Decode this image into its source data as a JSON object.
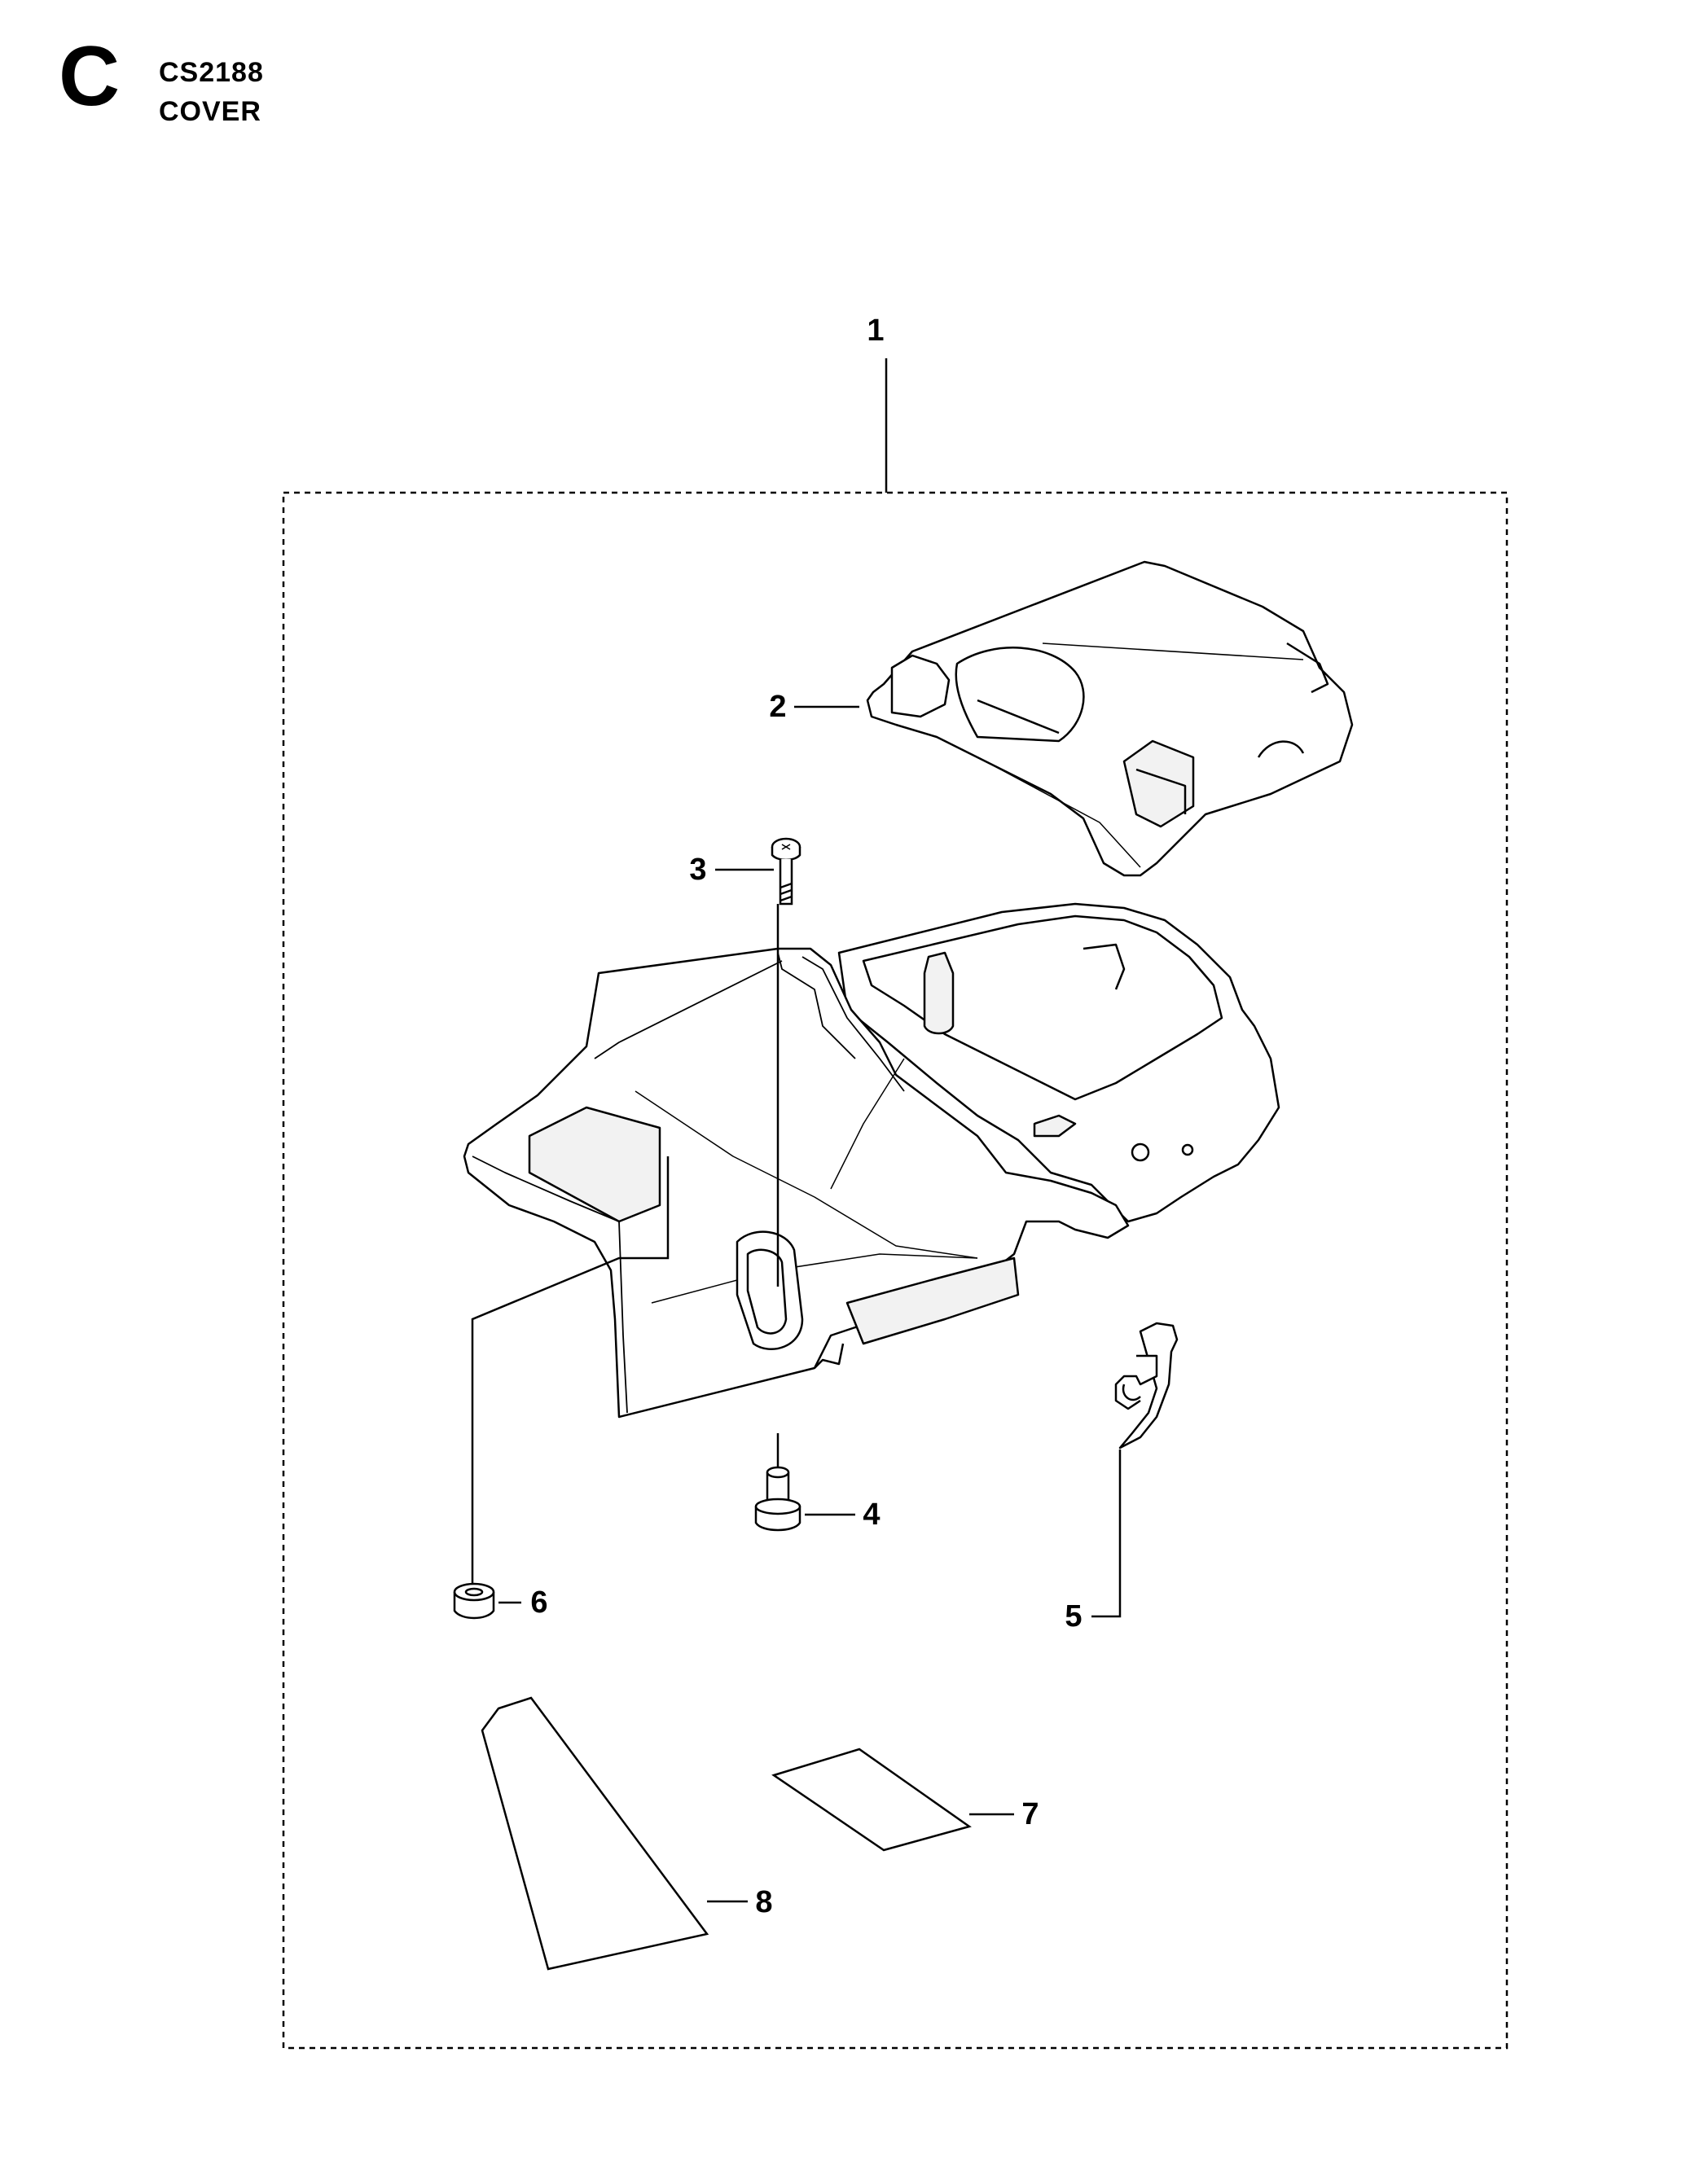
{
  "header": {
    "section_letter": "C",
    "model_code": "CS2188",
    "title": "COVER"
  },
  "callouts": {
    "c1": "1",
    "c2": "2",
    "c3": "3",
    "c4": "4",
    "c5": "5",
    "c6": "6",
    "c7": "7",
    "c8": "8"
  },
  "parts": [
    {
      "number": "1",
      "icon": "cover-assembly-kit-icon"
    },
    {
      "number": "2",
      "icon": "top-cover-icon"
    },
    {
      "number": "3",
      "icon": "screw-icon"
    },
    {
      "number": "4",
      "icon": "sleeve-icon"
    },
    {
      "number": "5",
      "icon": "clip-icon"
    },
    {
      "number": "6",
      "icon": "rubber-bushing-icon"
    },
    {
      "number": "7",
      "icon": "decal-icon"
    },
    {
      "number": "8",
      "icon": "decal-icon"
    }
  ],
  "colors": {
    "line": "#000000",
    "fill": "#ffffff",
    "shade": "#f2f2f2"
  }
}
